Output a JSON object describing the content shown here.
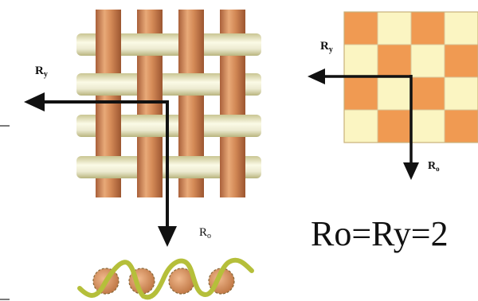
{
  "labels": {
    "weave_warp_repeat": "R",
    "weave_warp_repeat_sub": "o",
    "weave_weft_repeat": "R",
    "weave_weft_repeat_sub": "y",
    "grid_weft_repeat": "R",
    "grid_weft_repeat_sub": "y",
    "grid_warp_repeat": "R",
    "grid_warp_repeat_sub": "o",
    "equation": "Ro=Ry=2"
  },
  "colors": {
    "warp_thread": "#d9915f",
    "warp_thread_shade": "#b86c3d",
    "weft_thread": "#f2f0c8",
    "weft_thread_shade": "#cfcb98",
    "grid_orange": "#f09a52",
    "grid_cream": "#fbf5c2",
    "arrow": "#111111",
    "wave": "#b5bf3a",
    "circle_fill": "#de9a68",
    "circle_outline": "#8a6a3a"
  },
  "grid_pattern": {
    "rows": 4,
    "cols": 4,
    "first_cell_orange": true
  }
}
